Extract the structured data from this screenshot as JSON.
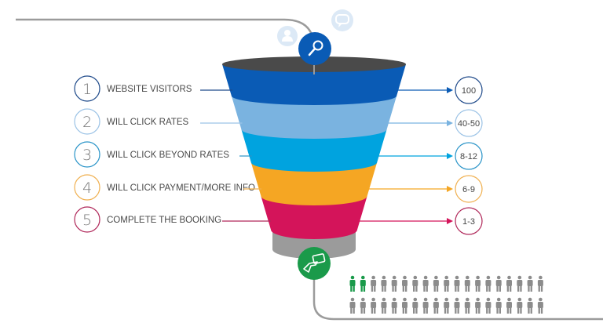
{
  "steps": [
    {
      "number": "1",
      "label": "WEBSITE VISITORS",
      "value": "100",
      "color": "#0a5bb5",
      "ring": "#1f4a8a"
    },
    {
      "number": "2",
      "label": "WILL CLICK RATES",
      "value": "40-50",
      "color": "#7ab3e0",
      "ring": "#9cc3e6"
    },
    {
      "number": "3",
      "label": "WILL CLICK BEYOND RATES",
      "value": "8-12",
      "color": "#00a3df",
      "ring": "#2a94c8"
    },
    {
      "number": "4",
      "label": "WILL CLICK PAYMENT/MORE INFO",
      "value": "6-9",
      "color": "#f5a623",
      "ring": "#f0b050"
    },
    {
      "number": "5",
      "label": "COMPLETE THE BOOKING",
      "value": "1-3",
      "color": "#d4145a",
      "ring": "#b0285a"
    }
  ],
  "people": {
    "total": 38,
    "highlighted": 2,
    "highlight_color": "#1a9a4a",
    "base_color": "#8c8c8c"
  },
  "colors": {
    "funnel_top": "#4a4a4a",
    "funnel_base": "#9b9b9b",
    "search_circle": "#0a5bb5",
    "payment_circle": "#1a9a4a",
    "icon_bubble": "#dce9f6",
    "connector": "#9b9b9b"
  }
}
